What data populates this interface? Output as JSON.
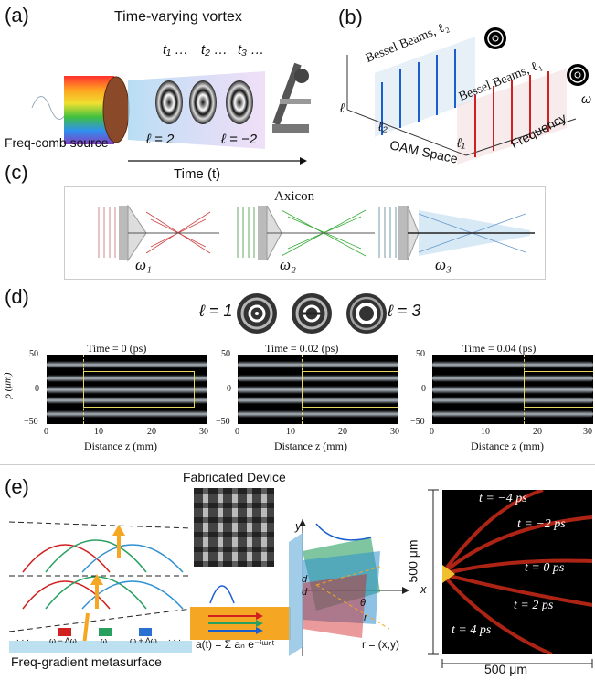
{
  "panel_a": {
    "label": "(a)",
    "title": "Time-varying vortex",
    "time_labels": [
      "t₁ …",
      "t₂ …",
      "t₃ …"
    ],
    "source": "Freq-comb source",
    "l_left": "ℓ = 2",
    "l_right": "ℓ = −2",
    "axis": "Time (t)"
  },
  "panel_b": {
    "label": "(b)",
    "beams2": "Bessel Beams, ℓ₂",
    "beams1": "Bessel Beams, ℓ₁",
    "axis_l": "ℓ",
    "l2": "ℓ₂",
    "l1": "ℓ₁",
    "oam": "OAM Space",
    "freq": "Frequency",
    "omega": "ω"
  },
  "panel_c": {
    "label": "(c)",
    "axicon": "Axicon",
    "w1": "ω₁",
    "w2": "ω₂",
    "w3": "ω₃"
  },
  "panel_d": {
    "label": "(d)",
    "l1": "ℓ = 1",
    "l3": "ℓ = 3",
    "ylabel": "ρ (μm)",
    "xlabel": "Distance z (mm)",
    "yticks": [
      "50",
      "0",
      "−50"
    ],
    "xticks": [
      "0",
      "10",
      "20",
      "30"
    ],
    "plots": [
      {
        "title": "Time = 0 (ps)"
      },
      {
        "title": "Time = 0.02 (ps)"
      },
      {
        "title": "Time = 0.04 (ps)"
      }
    ]
  },
  "panel_e": {
    "label": "(e)",
    "device": "Fabricated Device",
    "meta": "Freq-gradient metasurface",
    "bins": [
      "ω − Δω",
      "ω",
      "ω + Δω"
    ],
    "dots": ". . .",
    "formula": "a(t) = Σ aₙ e⁻ⁱᵚⁿᵗ",
    "r_eq": "r = (x,y)",
    "y_axis": "y",
    "x_axis": "x",
    "theta": "θ",
    "r": "r",
    "d": "d",
    "times": [
      "t = −4 ps",
      "t = −2 ps",
      "t = 0 ps",
      "t = 2 ps",
      "t = 4 ps"
    ],
    "width": "500 μm",
    "height": "500 μm"
  },
  "colors": {
    "red": "#d02020",
    "blue": "#1a5fd0",
    "orange": "#f5a623"
  }
}
